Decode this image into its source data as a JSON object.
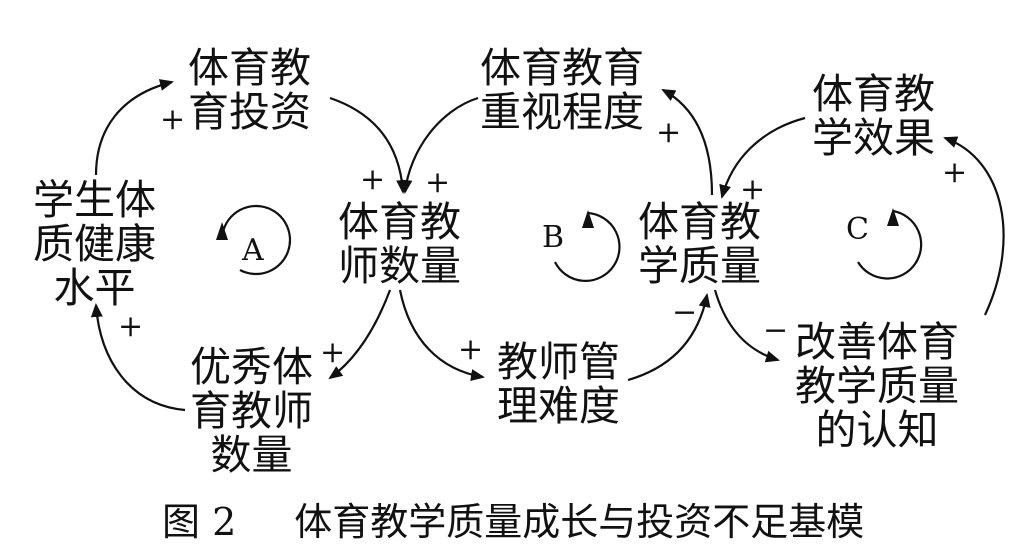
{
  "nodes": {
    "pe_investment": [
      "体育教",
      "育投资"
    ],
    "pe_emphasis": [
      "体育教育",
      "重视程度"
    ],
    "teaching_effect": [
      "体育教",
      "学效果"
    ],
    "student_health": [
      "学生体",
      "质健康",
      "水平"
    ],
    "teacher_count": [
      "体育教",
      "师数量"
    ],
    "teaching_quality": [
      "体育教",
      "学质量"
    ],
    "excellent_teachers": [
      "优秀体",
      "育教师",
      "数量"
    ],
    "management_difficulty": [
      "教师管",
      "理难度"
    ],
    "quality_awareness": [
      "改善体育",
      "教学质量",
      "的认知"
    ]
  },
  "loops": {
    "a": "A",
    "b": "B",
    "c": "C"
  },
  "signs": {
    "health_to_investment": "+",
    "investment_to_teachers": "+",
    "emphasis_to_teachers": "+",
    "quality_to_emphasis": "+",
    "effect_to_quality": "+",
    "awareness_to_effect": "+",
    "teachers_to_excellent": "+",
    "excellent_to_health": "+",
    "teachers_to_difficulty": "+",
    "difficulty_to_quality": "−",
    "quality_to_awareness": "−"
  },
  "caption": {
    "figure_no": "图 2",
    "title": "体育教学质量成长与投资不足基模"
  }
}
